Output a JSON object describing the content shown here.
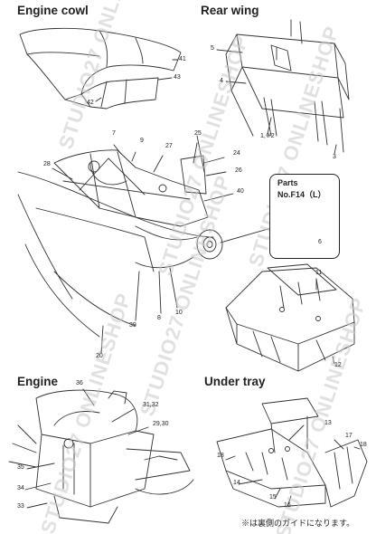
{
  "sections": {
    "engine_cowl": "Engine cowl",
    "rear_wing": "Rear wing",
    "engine": "Engine",
    "under_tray": "Under tray"
  },
  "callout": {
    "line1": "Parts",
    "line2": "No.F14（L）"
  },
  "watermark": "STUDIO27 ONLINESHOP",
  "note": "※は裏側のガイドになります。",
  "part_numbers": {
    "n41": "41",
    "n42": "42",
    "n43": "43",
    "n5": "5",
    "n4": "4",
    "n1_2": "1,※2",
    "n3": "3",
    "n7": "7",
    "n9": "9",
    "n27": "27",
    "n25": "25",
    "n24": "24",
    "n26": "26",
    "n28": "28",
    "n40": "40",
    "n6": "6",
    "n39": "39",
    "n8": "8",
    "n10": "10",
    "n20": "20",
    "n11": "11",
    "n12": "12",
    "n36": "36",
    "n31_32": "31,32",
    "n29_30": "29,30",
    "n35": "35",
    "n34": "34",
    "n33": "33",
    "n13": "13",
    "n18a": "18",
    "n18b": "18",
    "n17": "17",
    "n14": "14",
    "n15": "15",
    "n16": "16"
  }
}
